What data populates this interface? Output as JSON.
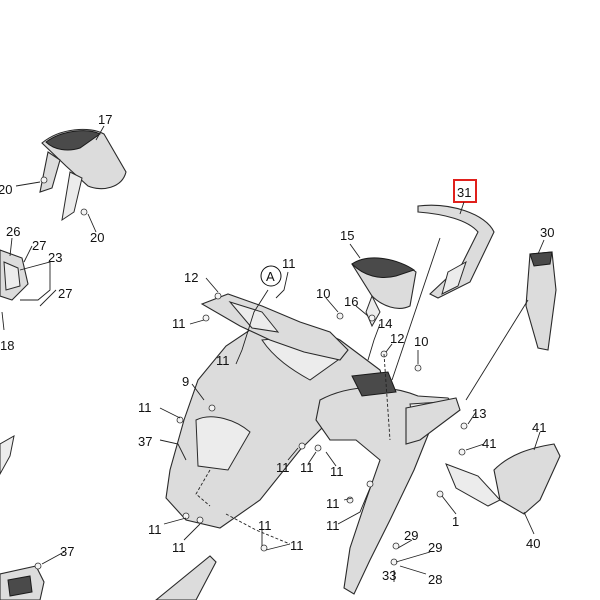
{
  "diagram": {
    "callouts": {
      "c17": "17",
      "c20a": "20",
      "c20b": "20",
      "c26": "26",
      "c27a": "27",
      "c23": "23",
      "c27b": "27",
      "c18": "18",
      "c15": "15",
      "c31": "31",
      "c30": "30",
      "c12a": "12",
      "c11a": "11",
      "c11b": "11",
      "cA": "A",
      "c10a": "10",
      "c16": "16",
      "c14": "14",
      "c12b": "12",
      "c10b": "10",
      "c11c": "11",
      "c9": "9",
      "c11d": "11",
      "c37a": "37",
      "c13": "13",
      "c41a": "41",
      "c41b": "41",
      "c11e": "11",
      "c11f": "11",
      "c11g": "11",
      "c11h": "11",
      "c11i": "11",
      "c1": "1",
      "c11j": "11",
      "c11k": "11",
      "c11l": "11",
      "c11m": "11",
      "c40": "40",
      "c29a": "29",
      "c29b": "29",
      "c37b": "37",
      "c33": "33",
      "c28": "28"
    },
    "highlight_color": "#e0201c"
  }
}
